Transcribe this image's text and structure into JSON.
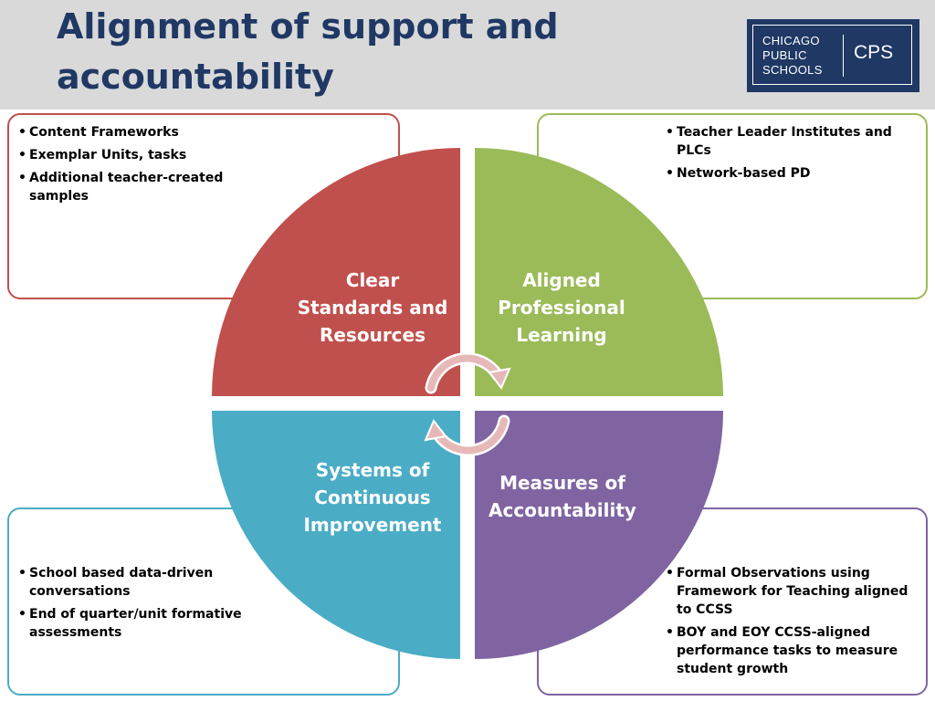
{
  "slide": {
    "title": "Alignment of support and accountability"
  },
  "logo": {
    "line1": "CHICAGO",
    "line2": "PUBLIC",
    "line3": "SCHOOLS",
    "abbr": "CPS"
  },
  "quadrants": {
    "top_left": {
      "label": "Clear Standards and Resources",
      "color": "#c0504d",
      "bullets": [
        "Content Frameworks",
        "Exemplar Units, tasks",
        "Additional teacher-created samples"
      ]
    },
    "top_right": {
      "label": "Aligned Professional Learning",
      "color": "#9bbb59",
      "bullets": [
        "Teacher Leader Institutes and PLCs",
        "Network-based PD"
      ]
    },
    "bottom_left": {
      "label": "Systems of Continuous Improvement",
      "color": "#4bacc6",
      "bullets": [
        "School based data-driven conversations",
        "End of quarter/unit formative assessments"
      ]
    },
    "bottom_right": {
      "label": "Measures of Accountability",
      "color": "#8064a2",
      "bullets": [
        "Formal Observations using Framework for Teaching aligned to CCSS",
        "BOY and EOY CCSS-aligned performance tasks to measure student growth"
      ]
    }
  },
  "colors": {
    "header_bg": "#d9d9d9",
    "title": "#1f3864",
    "logo_bg": "#1f3864",
    "cycle_arrows": "#e6b9b8"
  }
}
